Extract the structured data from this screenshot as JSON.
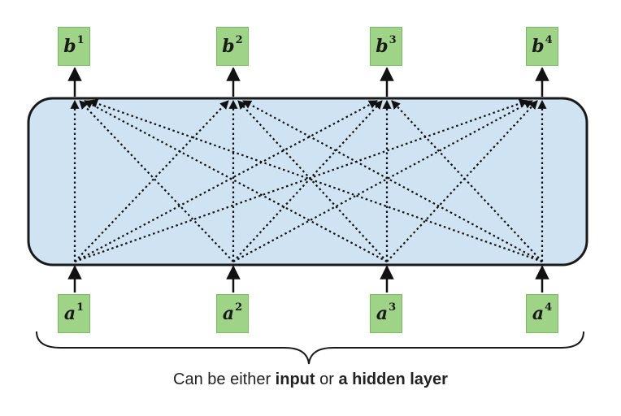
{
  "outputs": [
    {
      "base": "b",
      "sup": "1"
    },
    {
      "base": "b",
      "sup": "2"
    },
    {
      "base": "b",
      "sup": "3"
    },
    {
      "base": "b",
      "sup": "4"
    }
  ],
  "inputs": [
    {
      "base": "a",
      "sup": "1"
    },
    {
      "base": "a",
      "sup": "2"
    },
    {
      "base": "a",
      "sup": "3"
    },
    {
      "base": "a",
      "sup": "4"
    }
  ],
  "caption": {
    "prefix": "Can be either ",
    "bold1": "input",
    "middle": " or ",
    "bold2": "a hidden layer"
  },
  "colors": {
    "node_fill": "#9fd488",
    "layer_fill": "#cfe3f2",
    "layer_border": "#1a1a1a",
    "arrow": "#111111"
  }
}
